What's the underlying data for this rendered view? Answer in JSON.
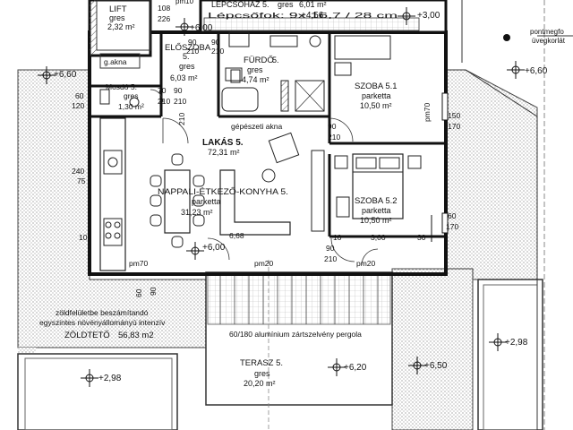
{
  "rooms": {
    "lift": {
      "name": "LIFT",
      "floor": "gres",
      "area": "2,32 m²"
    },
    "stairwell": {
      "name": "LÉPCSŐHÁZ 5.",
      "floor": "gres",
      "area": "6,01 m²",
      "note": "Lépcsőfok: 9x 16,7 / 28 cm"
    },
    "hall": {
      "name": "ELŐSZOBA",
      "num": "5.",
      "floor": "gres",
      "area": "6,03 m²"
    },
    "bath": {
      "name": "FÜRDŐ",
      "num": "5.",
      "floor": "gres",
      "area": "4,74 m²"
    },
    "wc": {
      "name": "Mosdó 5.",
      "floor": "gres",
      "area": "1,30 m²"
    },
    "room1": {
      "name": "SZOBA 5.1",
      "floor": "parketta",
      "area": "10,50 m²"
    },
    "room2": {
      "name": "SZOBA 5.2",
      "floor": "parketta",
      "area": "10,50 m²"
    },
    "apartment": {
      "name": "LAKÁS 5.",
      "area": "72,31 m²"
    },
    "living": {
      "name": "NAPPALI-ÉTKEZŐ-KONYHA 5.",
      "floor": "parketta",
      "area": "31,23 m²"
    },
    "terrace": {
      "name": "TERASZ 5.",
      "floor": "gres",
      "area": "20,20 m²"
    },
    "green_roof": {
      "line1": "zöldfelületbe beszámítandó",
      "line2": "egyszintes növényállományú intenzív",
      "line3": "ZÖLDTETŐ",
      "area": "56,83 m2"
    }
  },
  "labels": {
    "machine_space": "gépészeti akna",
    "shaft": "g.akna",
    "pergola": "60/180 alumínium zártszelvény pergola",
    "glass_top": "pontmegfo",
    "glass_bottom": "üvegkorlát"
  },
  "levels": {
    "l1": "+6,00",
    "l2": "+6,60",
    "l3": "+6,60",
    "l4": "+6,00",
    "l5": "+3,00",
    "l6": "+4,56",
    "l7": "+6,20",
    "l8": "+6,50",
    "l9": "+2,98",
    "l10": "+2,98"
  },
  "dims": {
    "d108": "108",
    "d226": "226",
    "d60": "60",
    "d120": "120",
    "d240": "240",
    "d75": "75",
    "d10": "10",
    "d90a": "90",
    "d210a": "210",
    "d90b": "90",
    "d210b": "210",
    "d70a": "70",
    "d210c": "210",
    "d90c": "90",
    "d210d": "210",
    "d90d": "90",
    "d210e": "210",
    "d90e": "90",
    "d210f": "210",
    "d150": "150",
    "d170a": "170",
    "d60b": "60",
    "d170b": "170",
    "d10b": "10",
    "d30": "30",
    "d668": "6,68",
    "d300": "3,00",
    "pm70a": "pm70",
    "pm20a": "pm20",
    "pm20b": "pm20",
    "pm70b": "pm70",
    "pm10": "pm10",
    "d210g": "210",
    "d60c": "60",
    "d90f": "90"
  }
}
